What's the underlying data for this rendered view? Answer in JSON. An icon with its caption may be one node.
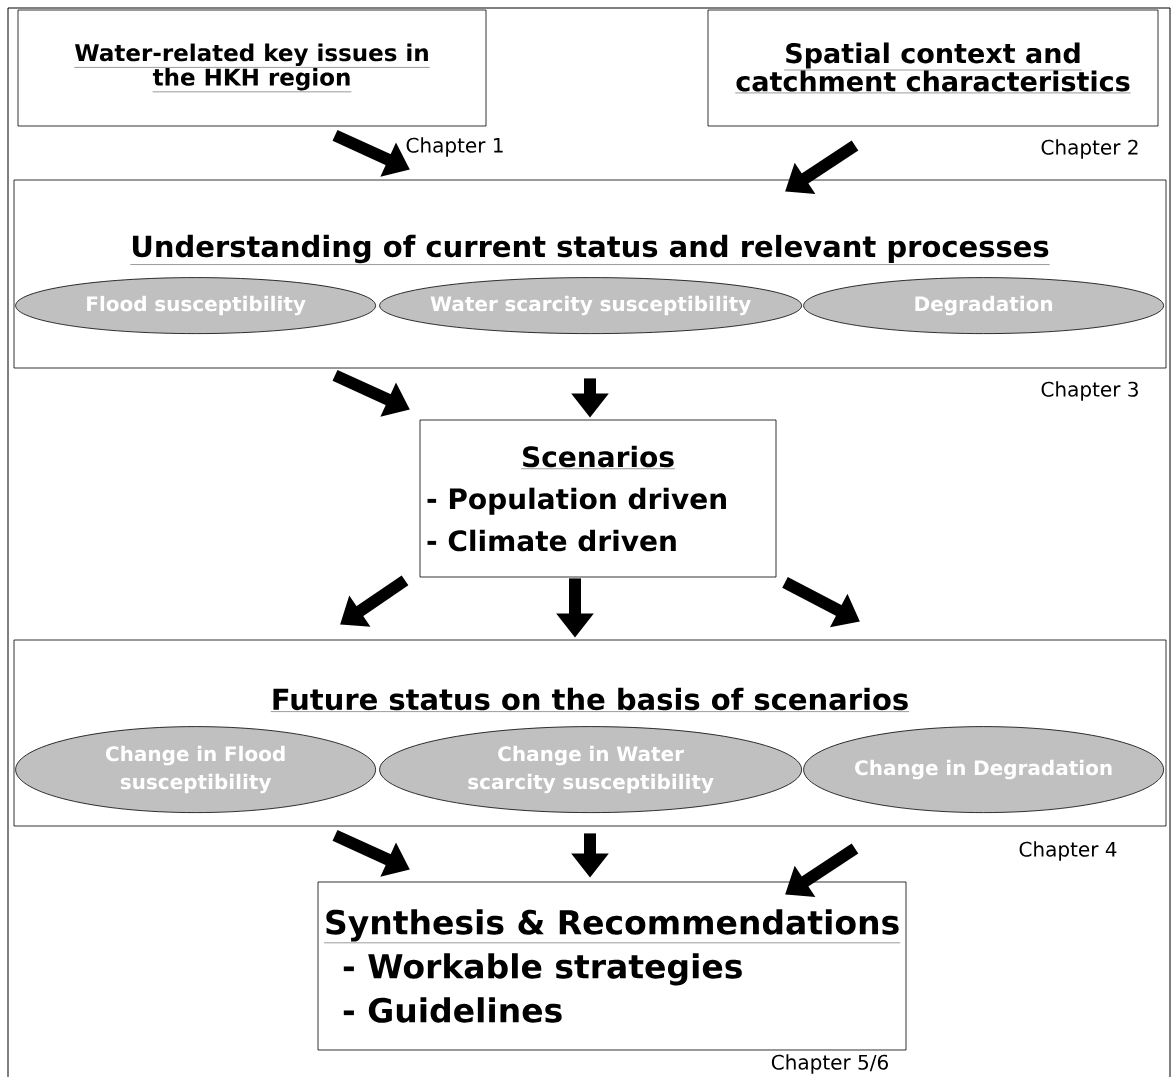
{
  "diagram": {
    "nodes": [
      {
        "text": [
          "Water-related key issues in the HKH region"
        ],
        "beside": [
          "Chapter 1"
        ]
      },
      {
        "text": [
          "Spatial context and catchment characteristics"
        ],
        "beside": [
          "Chapter 2"
        ]
      },
      {
        "text": [
          "Understanding of current status and relevant processes"
        ],
        "beside": [
          "Chapter 3"
        ]
      },
      {
        "text": [
          "Flood susceptibility"
        ],
        "in": 2
      },
      {
        "text": [
          "Water scarcity susceptibility"
        ],
        "in": 2
      },
      {
        "text": [
          "Degradation"
        ],
        "in": 2
      },
      {
        "text": [
          "Scenarios",
          "- Population driven",
          "- Climate driven"
        ]
      },
      {
        "text": [
          "Future status on the basis of scenarios"
        ],
        "beside": [
          "Chapter 4"
        ]
      },
      {
        "text": [
          "Change in Flood susceptibility"
        ],
        "in": 7
      },
      {
        "text": [
          "Change in Water scarcity susceptibility"
        ],
        "in": 7
      },
      {
        "text": [
          "Change in Degradation"
        ],
        "in": 7
      },
      {
        "text": [
          "Synthesis & Recommendations",
          "- Workable strategies",
          "- Guidelines"
        ],
        "beside": [
          "Chapter 5/6"
        ]
      }
    ],
    "edges": [
      {
        "from": 0,
        "to": 2,
        "arrow": "to"
      },
      {
        "from": 1,
        "to": 2,
        "arrow": "to"
      },
      {
        "from": 2,
        "to": 6,
        "arrow": "to"
      },
      {
        "from": 2,
        "to": 6,
        "arrow": "to"
      },
      {
        "from": 6,
        "to": 7,
        "arrow": "to"
      },
      {
        "from": 6,
        "to": 7,
        "arrow": "to"
      },
      {
        "from": 6,
        "to": 7,
        "arrow": "to"
      },
      {
        "from": 7,
        "to": 11,
        "arrow": "to"
      },
      {
        "from": 7,
        "to": 11,
        "arrow": "to"
      },
      {
        "from": 7,
        "to": 11,
        "arrow": "to"
      }
    ]
  }
}
